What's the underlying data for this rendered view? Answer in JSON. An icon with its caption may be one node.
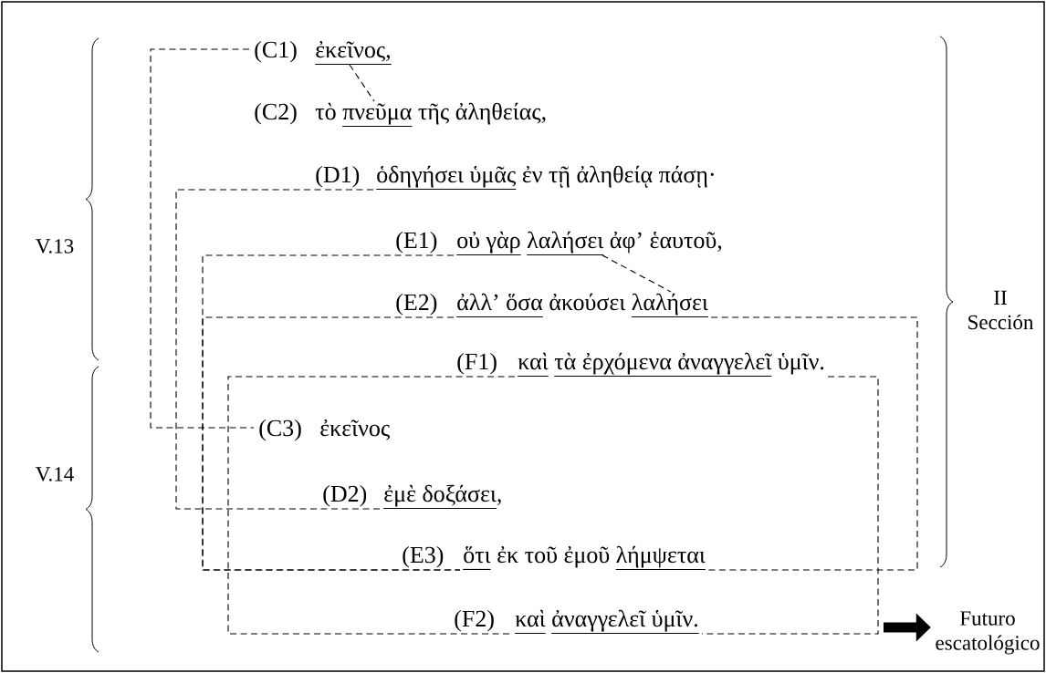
{
  "diagram": {
    "nodes": [
      {
        "text": [
          "(C1)",
          "ἐκεῖνος,"
        ]
      },
      {
        "text": [
          "(C2)",
          "τὸ",
          "πνεῦμα",
          "τῆς ἀληθείας,"
        ]
      },
      {
        "text": [
          "(D1)",
          "ὁδηγήσει ὑμᾶς",
          "ἐν τῇ ἀληθείᾳ πάσῃ·"
        ]
      },
      {
        "text": [
          "(E1)",
          "οὐ γὰρ",
          "λαλήσει",
          "ἀφ’ ἑαυτοῦ,"
        ]
      },
      {
        "text": [
          "(E2)",
          "ἀλλ’ ὅσα",
          "ἀκούσει",
          "λαλήσει"
        ]
      },
      {
        "text": [
          "(F1)",
          "καὶ",
          "τὰ ἐρχόμενα ἀναγγελεῖ",
          "ὑμῖν."
        ]
      },
      {
        "text": [
          "(C3)",
          "ἐκεῖνος"
        ]
      },
      {
        "text": [
          "(D2)",
          "ἐμὲ δοξάσει",
          ","
        ]
      },
      {
        "text": [
          "(E3)",
          "ὅτι",
          "ἐκ τοῦ ἐμοῦ",
          "λήμψεται"
        ]
      },
      {
        "text": [
          "(F2)",
          "καὶ",
          "ἀναγγελεῖ ὑμῖν."
        ]
      },
      {
        "text": [
          "Futuro escatológico"
        ]
      }
    ],
    "edges": [
      {
        "from": 0,
        "to": 6,
        "arrow": "none",
        "style": "dashed"
      },
      {
        "from": 0,
        "to": 1,
        "arrow": "none",
        "style": "dashed"
      },
      {
        "from": 2,
        "to": 7,
        "arrow": "none",
        "style": "dashed"
      },
      {
        "from": 3,
        "to": 4,
        "arrow": "none",
        "style": "dashed"
      },
      {
        "from": 3,
        "to": 8,
        "arrow": "none",
        "style": "dashed"
      },
      {
        "from": 4,
        "to": 8,
        "arrow": "none",
        "style": "dashed"
      },
      {
        "from": 4,
        "to": 8,
        "arrow": "none",
        "style": "dashed"
      },
      {
        "from": 5,
        "to": 9,
        "arrow": "none",
        "style": "dashed"
      },
      {
        "from": 5,
        "to": 9,
        "arrow": "none",
        "style": "dashed"
      },
      {
        "from": null,
        "to": 10,
        "arrow": "to",
        "style": "thick"
      }
    ],
    "labels": [
      "V.13",
      "V.14",
      "II Sección"
    ]
  }
}
